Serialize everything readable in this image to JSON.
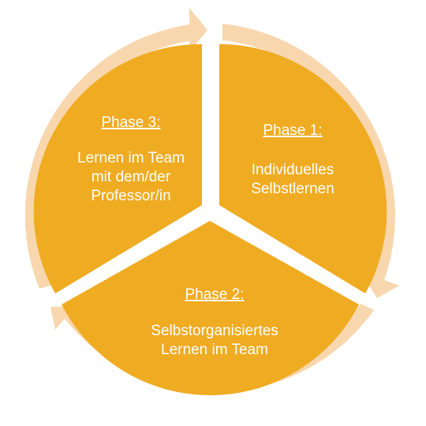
{
  "colors": {
    "segment_fill": "#EFAB22",
    "arrow_fill": "#F8D7AE",
    "text": "#FFFFFF",
    "background": "#FFFFFF"
  },
  "phases": [
    {
      "title": "Phase 1:",
      "lines": [
        "Individuelles",
        "Selbstlernen"
      ]
    },
    {
      "title": "Phase 2:",
      "lines": [
        "Selbstorganisiertes",
        "Lernen im Team"
      ]
    },
    {
      "title": "Phase 3:",
      "lines": [
        "Lernen im Team",
        "mit dem/der",
        "Professor/in"
      ]
    }
  ]
}
